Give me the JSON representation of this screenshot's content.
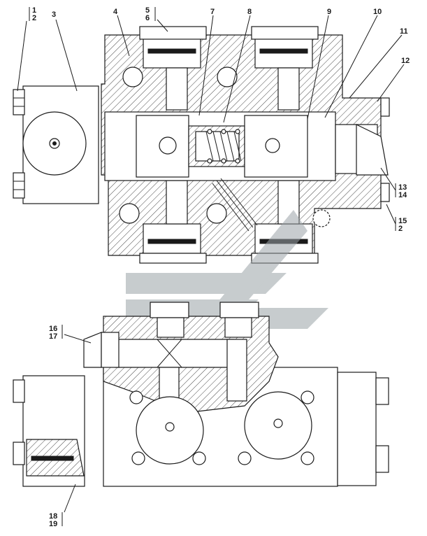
{
  "callouts": [
    {
      "id": "c1",
      "lines": [
        "1",
        "2"
      ]
    },
    {
      "id": "c3",
      "lines": [
        "3"
      ]
    },
    {
      "id": "c4",
      "lines": [
        "4"
      ]
    },
    {
      "id": "c5",
      "lines": [
        "5",
        "6"
      ]
    },
    {
      "id": "c7",
      "lines": [
        "7"
      ]
    },
    {
      "id": "c8",
      "lines": [
        "8"
      ]
    },
    {
      "id": "c9",
      "lines": [
        "9"
      ]
    },
    {
      "id": "c10",
      "lines": [
        "10"
      ]
    },
    {
      "id": "c11",
      "lines": [
        "11"
      ]
    },
    {
      "id": "c12",
      "lines": [
        "12"
      ]
    },
    {
      "id": "c13",
      "lines": [
        "13",
        "14"
      ]
    },
    {
      "id": "c15",
      "lines": [
        "15",
        "2"
      ]
    },
    {
      "id": "c16",
      "lines": [
        "16",
        "17"
      ]
    },
    {
      "id": "c18",
      "lines": [
        "18",
        "19"
      ]
    }
  ],
  "watermark": {
    "color": "#9aa3a7"
  }
}
